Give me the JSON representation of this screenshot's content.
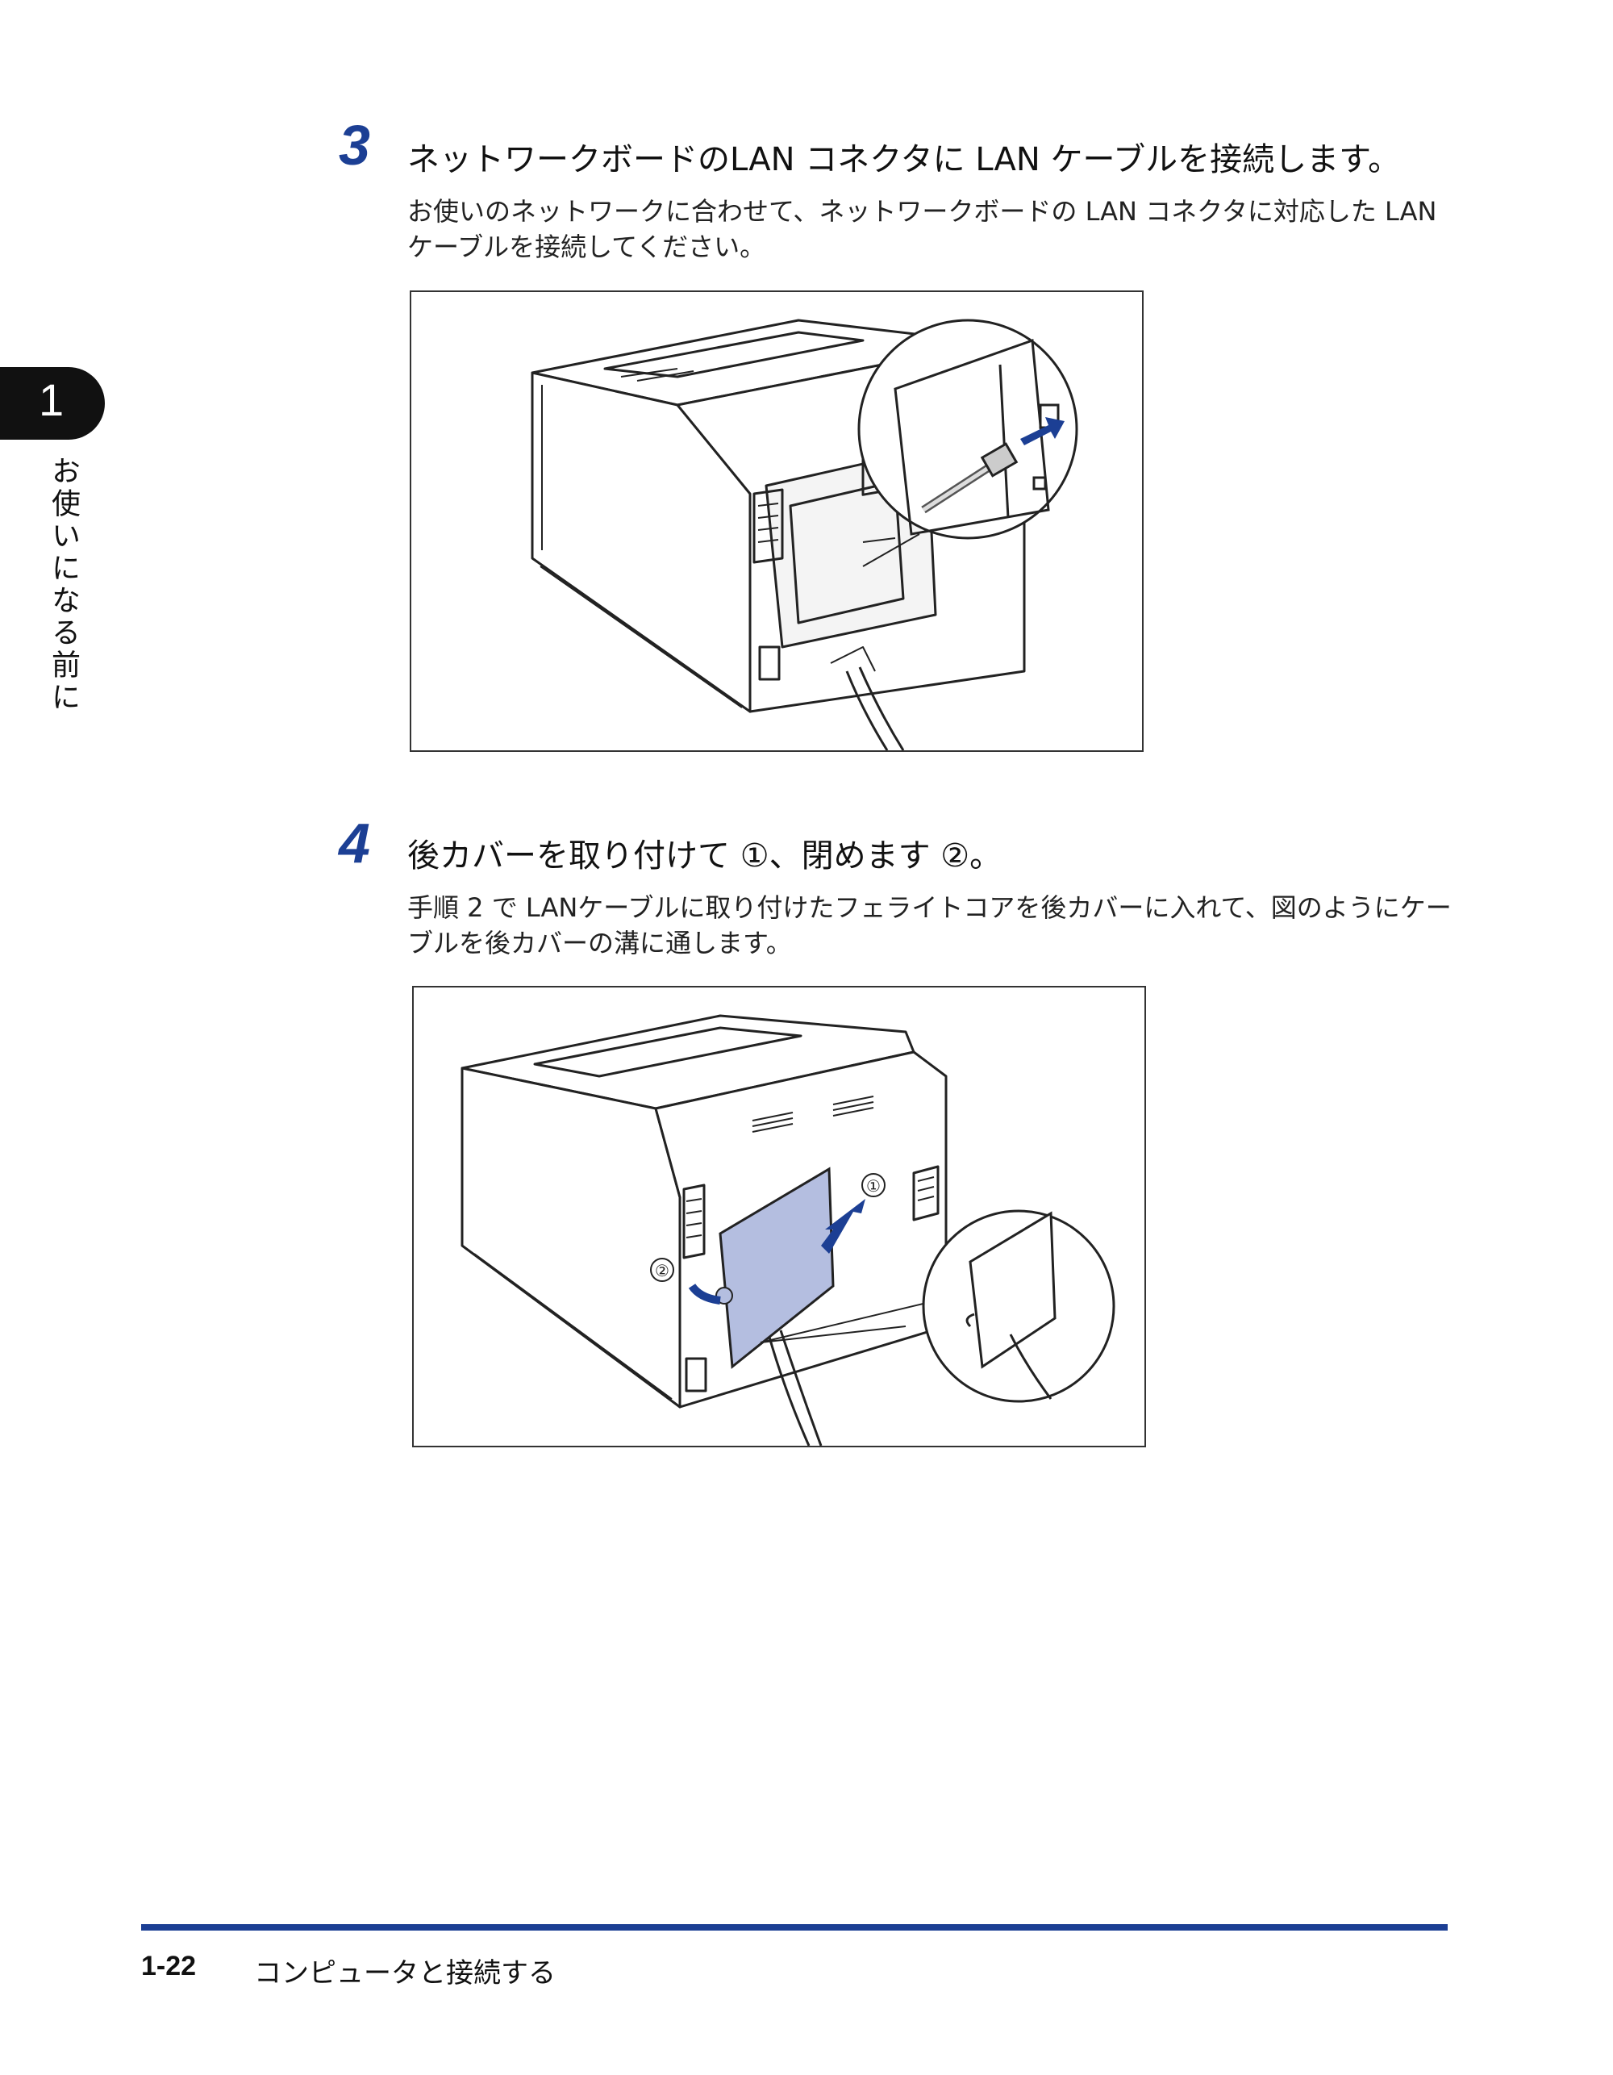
{
  "chapter": {
    "number": "1",
    "label": "お使いになる前に"
  },
  "steps": [
    {
      "number": "3",
      "title": "ネットワークボードのLAN コネクタに LAN ケーブルを接続します。",
      "desc_line1": "お使いのネットワークに合わせて、ネットワークボードの LAN コネクタに対応した LAN",
      "desc_line2": "ケーブルを接続してください。"
    },
    {
      "number": "4",
      "title": "後カバーを取り付けて ①、閉めます ②。",
      "desc_line1": "手順 2 で LANケーブルに取り付けたフェライトコアを後カバーに入れて、図のようにケー",
      "desc_line2": "ブルを後カバーの溝に通します。",
      "callouts": [
        "①",
        "②"
      ]
    }
  ],
  "footer": {
    "page": "1-22",
    "section": "コンピュータと接続する"
  },
  "colors": {
    "accent": "#1c3f94",
    "cover_fill": "#b4bee0"
  }
}
